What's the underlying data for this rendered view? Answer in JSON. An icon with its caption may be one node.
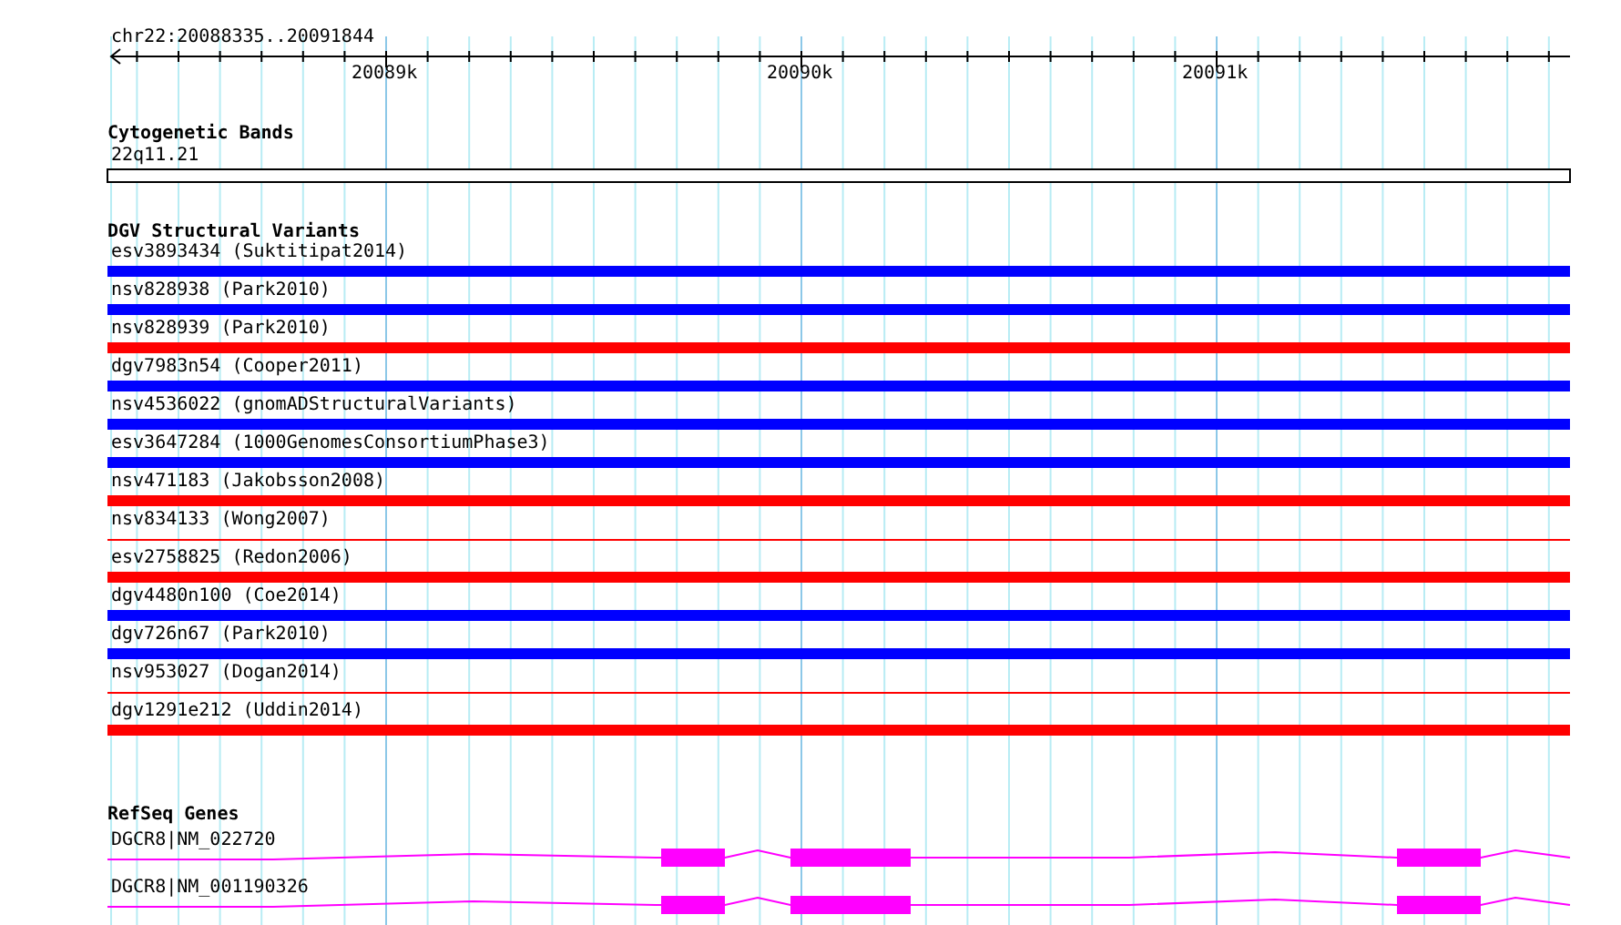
{
  "diagram": {
    "nodes": [
      {
        "text": [
          "esv3893434 (Suktitipat2014)"
        ]
      },
      {
        "text": [
          "nsv828938 (Park2010)"
        ]
      },
      {
        "text": [
          "nsv828939 (Park2010)"
        ]
      },
      {
        "text": [
          "dgv7983n54 (Cooper2011)"
        ]
      },
      {
        "text": [
          "nsv4536022 (gnomADStructuralVariants)"
        ]
      },
      {
        "text": [
          "esv3647284 (1000GenomesConsortiumPhase3)"
        ]
      },
      {
        "text": [
          "nsv471183 (Jakobsson2008)"
        ]
      },
      {
        "text": [
          "nsv834133 (Wong2007)"
        ]
      },
      {
        "text": [
          "esv2758825 (Redon2006)"
        ]
      },
      {
        "text": [
          "dgv4480n100 (Coe2014)"
        ]
      },
      {
        "text": [
          "dgv726n67 (Park2010)"
        ]
      },
      {
        "text": [
          "nsv953027 (Dogan2014)"
        ]
      },
      {
        "text": [
          "dgv1291e212 (Uddin2014)"
        ]
      },
      {
        "text": [
          "DGCR8|NM_022720"
        ]
      },
      {
        "text": [
          "DGCR8|NM_001190326"
        ]
      }
    ],
    "edges": [],
    "labels": [
      "chr22:20088335..20091844",
      "20089k",
      "20090k",
      "20091k",
      "Cytogenetic Bands",
      "22q11.21",
      "DGV Structural Variants",
      "RefSeq Genes"
    ]
  }
}
